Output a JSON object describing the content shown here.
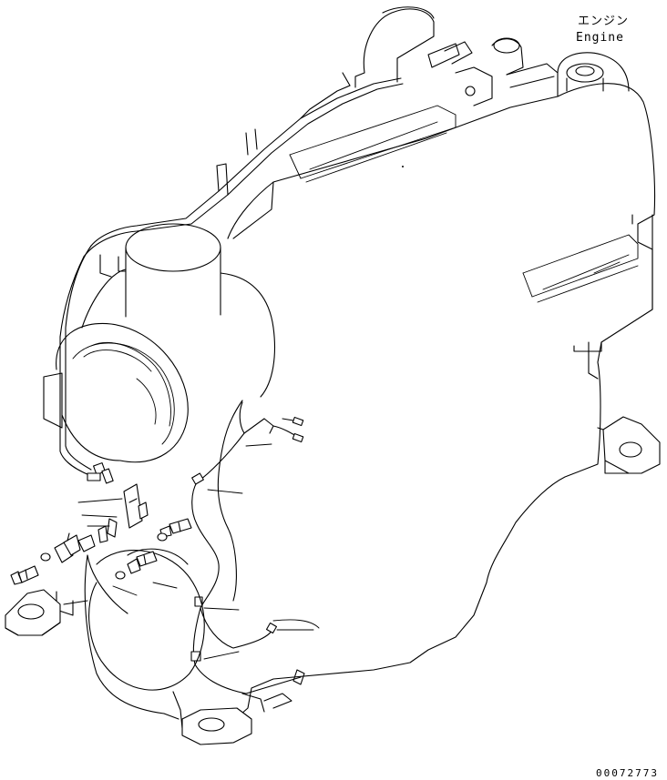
{
  "labels": {
    "engine_jp": "エンジン",
    "engine_en": "Engine"
  },
  "drawing_number": "00072773",
  "colors": {
    "line": "#000000",
    "background": "#ffffff"
  }
}
